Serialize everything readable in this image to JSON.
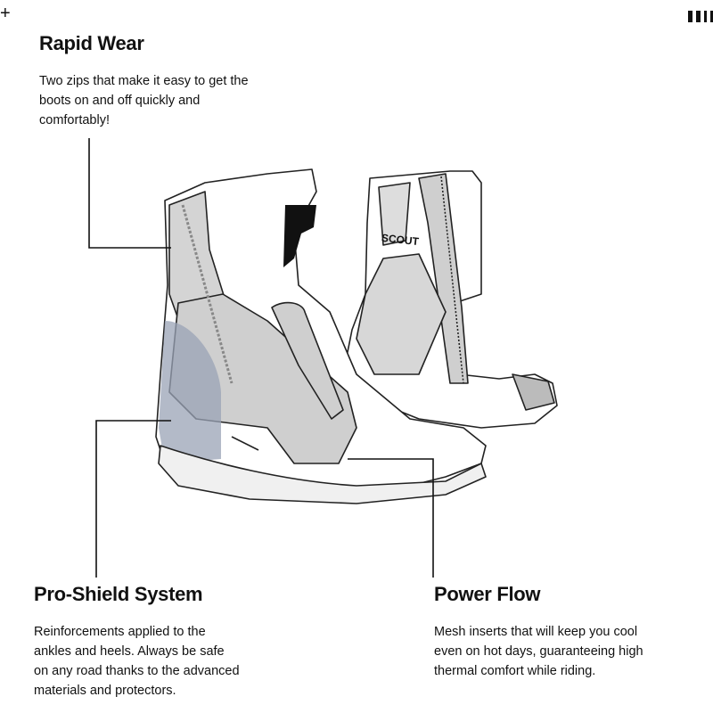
{
  "corner_mark": "+",
  "features": [
    {
      "title": "Rapid Wear",
      "lines": [
        "Two zips that make it easy to get the",
        "boots on and off quickly and",
        "comfortably!"
      ]
    },
    {
      "title": "Pro-Shield System",
      "lines": [
        "Reinforcements applied to the",
        "ankles and heels. Always be safe",
        "on any road thanks to the advanced",
        "materials and protectors."
      ]
    },
    {
      "title": "Power Flow",
      "lines": [
        "Mesh inserts that will keep you cool",
        "even on hot days, guaranteeing high",
        "thermal comfort while riding."
      ]
    }
  ],
  "boot_label": "SCOUT",
  "colors": {
    "text": "#111111",
    "mesh": "#cfcfcf",
    "shield": "#9aa3b5"
  }
}
